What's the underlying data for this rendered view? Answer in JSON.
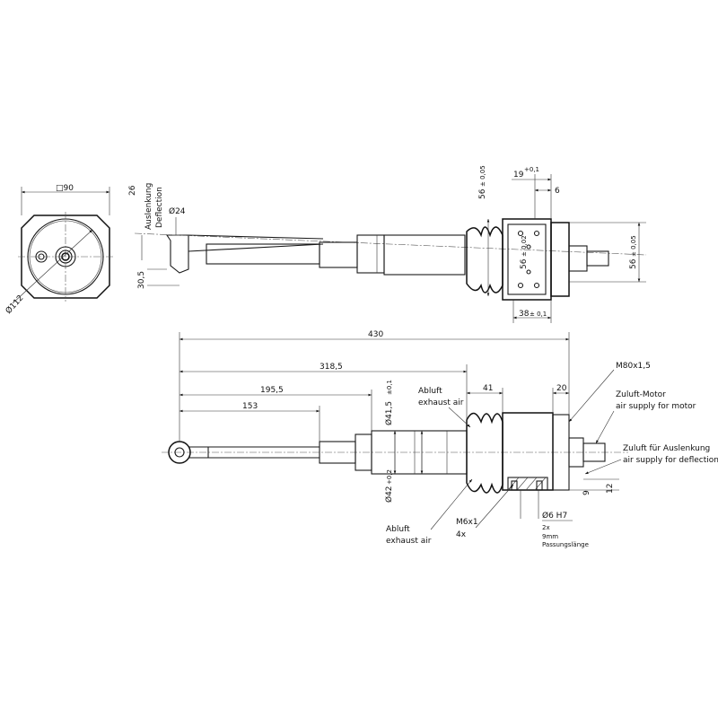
{
  "front_view": {
    "square_dim": "□90",
    "diameter_dim": "Ø112"
  },
  "side_view": {
    "deflection_value": "26",
    "deflection_de": "Auslenkung",
    "deflection_en": "Deflection",
    "tip_diameter": "Ø24",
    "lower_offset": "30,5",
    "dim_19": "19",
    "tol_19": "+0,1",
    "dim_6": "6",
    "dim_56a": "56",
    "tol_56a": "± 0,05",
    "dim_56b": "56",
    "tol_56b": "± 0,02",
    "dim_56c": "56",
    "tol_56c": "± 0,05",
    "dim_38": "38",
    "tol_38": "± 0,1"
  },
  "main_view": {
    "dim_430": "430",
    "dim_318": "318,5",
    "dim_195": "195,5",
    "dim_153": "153",
    "dim_41": "41",
    "dim_20": "20",
    "dim_9": "9",
    "dim_12": "12",
    "dia_41": "Ø41,5",
    "tol_41": "±0,1",
    "dia_42": "Ø42",
    "tol_42": "+0,2",
    "thread_m80": "M80x1,5",
    "exhaust_top_de": "Abluft",
    "exhaust_top_en": "exhaust air",
    "exhaust_bot_de": "Abluft",
    "exhaust_bot_en": "exhaust air",
    "motor_de": "Zuluft-Motor",
    "motor_en": "air supply for motor",
    "deflect_de": "Zuluft für Auslenkung",
    "deflect_en": "air supply for deflection",
    "m6": "M6x1",
    "m6_count": "4x",
    "pin": "Ø6 H7",
    "pin_count": "2x",
    "pin_len": "9mm",
    "pin_note": "Passungslänge"
  }
}
